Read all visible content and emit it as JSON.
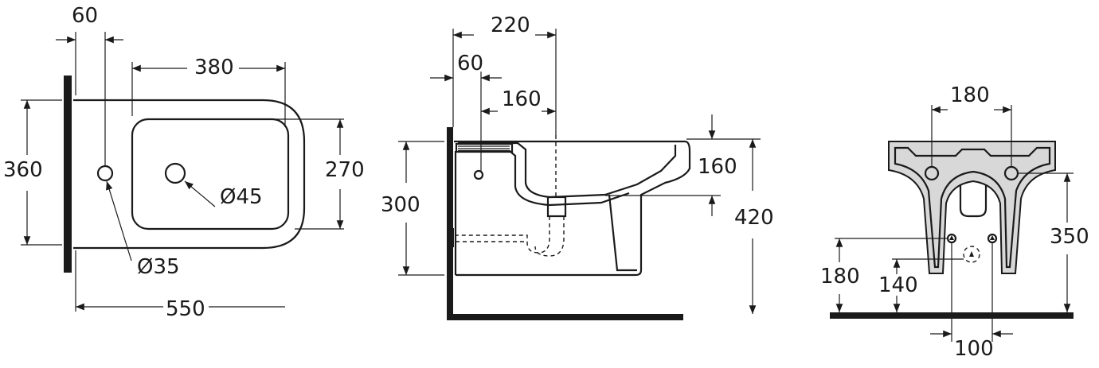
{
  "views": {
    "top": {
      "dims": {
        "wall_offset": "60",
        "basin_width": "380",
        "overall_width": "360",
        "basin_depth": "270",
        "tap_hole": "Ø35",
        "waste_hole": "Ø45",
        "overall_length": "550"
      }
    },
    "side": {
      "dims": {
        "total_depth": "220",
        "wall_offset": "60",
        "hole_offset": "160",
        "rim_height": "160",
        "body_height": "300",
        "floor_height": "420"
      }
    },
    "back": {
      "dims": {
        "bolt_spacing": "180",
        "bolt_height": "350",
        "supply_height": "180",
        "waste_height": "140",
        "supply_spacing": "100"
      }
    }
  }
}
